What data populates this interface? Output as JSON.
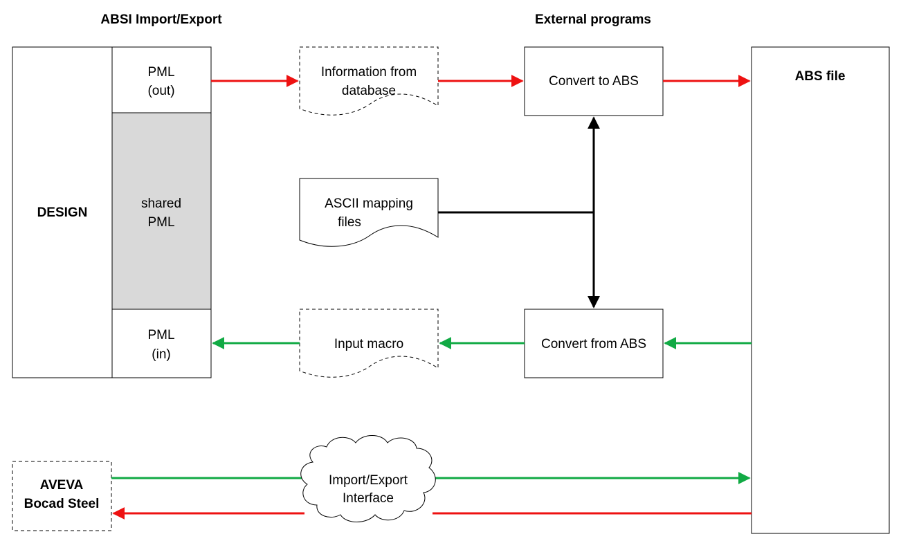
{
  "headers": {
    "left": "ABSI Import/Export",
    "right": "External programs"
  },
  "design": {
    "label": "DESIGN",
    "pml_out": [
      "PML",
      "(out)"
    ],
    "shared_pml": [
      "shared",
      "PML"
    ],
    "pml_in": [
      "PML",
      "(in)"
    ]
  },
  "documents": {
    "info_from_db": [
      "Information from",
      "database"
    ],
    "ascii_mapping": [
      "ASCII mapping",
      "files"
    ],
    "input_macro": [
      "Input macro"
    ]
  },
  "programs": {
    "convert_to": "Convert to ABS",
    "convert_from": "Convert from ABS"
  },
  "abs_file": {
    "label": "ABS file"
  },
  "bocad": {
    "label": [
      "AVEVA",
      "Bocad Steel"
    ]
  },
  "interface": {
    "label": [
      "Import/Export",
      "Interface"
    ]
  },
  "colors": {
    "export_arrow": "#ee1111",
    "import_arrow": "#11aa44",
    "link_line": "#000000",
    "shared_fill": "#d9d9d9"
  }
}
